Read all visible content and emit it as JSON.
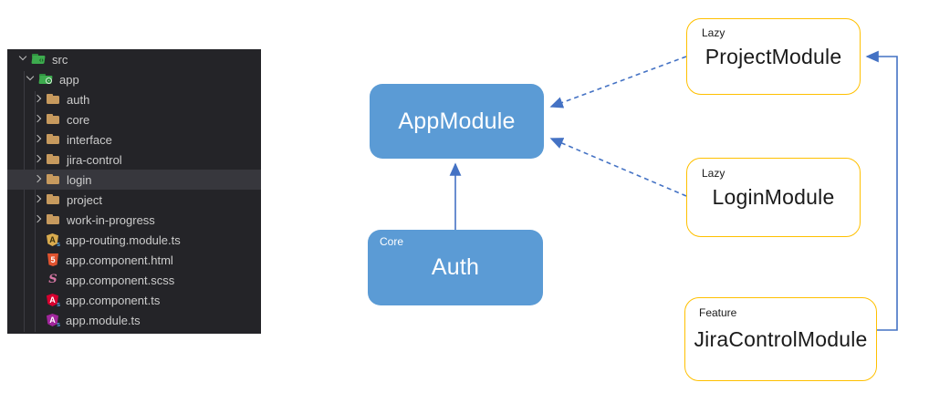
{
  "explorer": {
    "selected": "login",
    "items": [
      {
        "label": "src",
        "level": 0,
        "icon": "folder-src-open",
        "expanded": true
      },
      {
        "label": "app",
        "level": 1,
        "icon": "folder-app-open",
        "expanded": true
      },
      {
        "label": "auth",
        "level": 2,
        "icon": "folder",
        "expanded": false
      },
      {
        "label": "core",
        "level": 2,
        "icon": "folder",
        "expanded": false
      },
      {
        "label": "interface",
        "level": 2,
        "icon": "folder",
        "expanded": false
      },
      {
        "label": "jira-control",
        "level": 2,
        "icon": "folder",
        "expanded": false
      },
      {
        "label": "login",
        "level": 2,
        "icon": "folder",
        "expanded": false
      },
      {
        "label": "project",
        "level": 2,
        "icon": "folder",
        "expanded": false
      },
      {
        "label": "work-in-progress",
        "level": 2,
        "icon": "folder",
        "expanded": false
      },
      {
        "label": "app-routing.module.ts",
        "level": 2,
        "icon": "angular-routing-file"
      },
      {
        "label": "app.component.html",
        "level": 2,
        "icon": "html5-file"
      },
      {
        "label": "app.component.scss",
        "level": 2,
        "icon": "sass-file"
      },
      {
        "label": "app.component.ts",
        "level": 2,
        "icon": "angular-component-file"
      },
      {
        "label": "app.module.ts",
        "level": 2,
        "icon": "angular-module-file"
      }
    ]
  },
  "icons": {
    "angular_letter": "A",
    "html_letter": "5",
    "sass_letter": "S",
    "ts_subscript": "s",
    "src_emblem": "‹›"
  },
  "diagram": {
    "nodes": [
      {
        "id": "app-module",
        "title": "AppModule",
        "tag": "",
        "style": "blue"
      },
      {
        "id": "auth",
        "title": "Auth",
        "tag": "Core",
        "style": "blue"
      },
      {
        "id": "project-module",
        "title": "ProjectModule",
        "tag": "Lazy",
        "style": "yellow"
      },
      {
        "id": "login-module",
        "title": "LoginModule",
        "tag": "Lazy",
        "style": "yellow"
      },
      {
        "id": "jira-control-module",
        "title": "JiraControlModule",
        "tag": "Feature",
        "style": "yellow"
      }
    ],
    "edges": [
      {
        "from": "project-module",
        "to": "app-module",
        "style": "dashed-arrow"
      },
      {
        "from": "login-module",
        "to": "app-module",
        "style": "dashed-arrow"
      },
      {
        "from": "auth",
        "to": "app-module",
        "style": "solid-arrow"
      },
      {
        "from": "jira-control-module",
        "to": "project-module",
        "style": "solid-elbow-arrow"
      }
    ],
    "colors": {
      "node_blue_fill": "#5b9bd5",
      "node_yellow_border": "#ffc000",
      "arrow_blue": "#4472c4"
    }
  }
}
